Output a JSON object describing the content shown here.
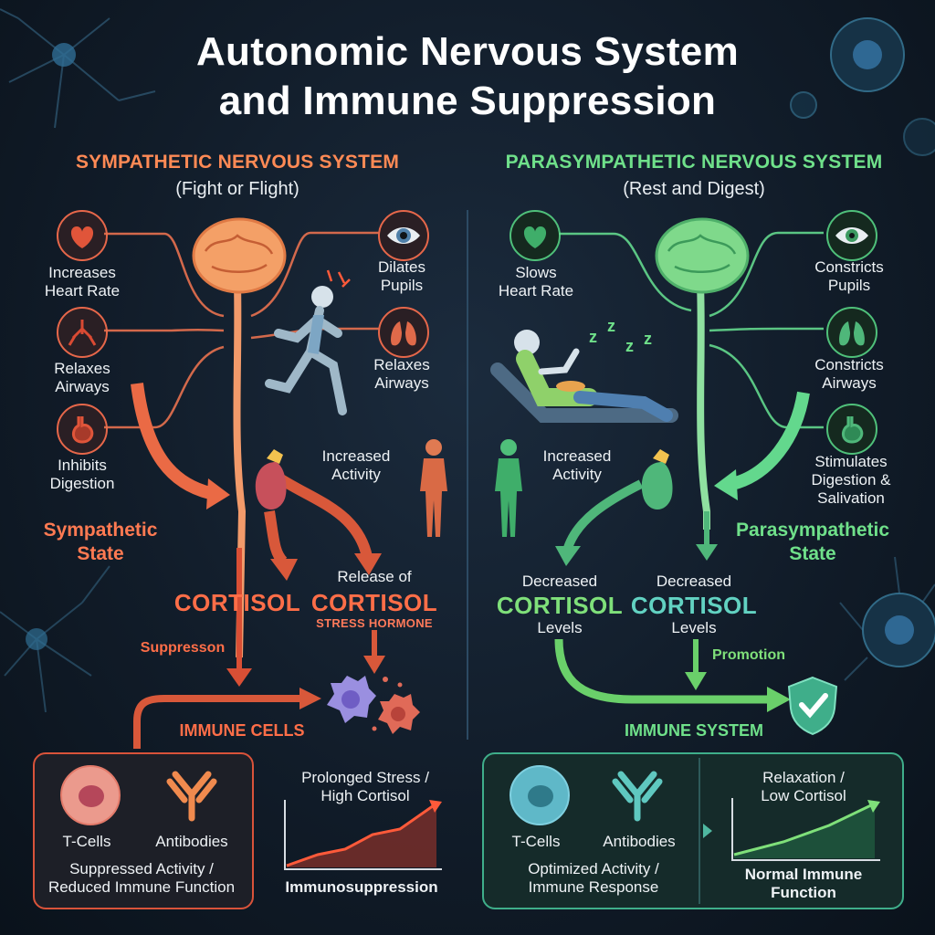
{
  "title_line1": "Autonomic Nervous System",
  "title_line2": "and Immune Suppression",
  "sympathetic": {
    "header": "SYMPATHETIC NERVOUS SYSTEM",
    "subheader": "(Fight or Flight)",
    "heart": [
      "Increases",
      "Heart Rate"
    ],
    "airways_left": [
      "Relaxes",
      "Airways"
    ],
    "digestion": [
      "Inhibits",
      "Digestion"
    ],
    "pupils": [
      "Dilates",
      "Pupils"
    ],
    "airways_right": [
      "Relaxes",
      "Airways"
    ],
    "activity": [
      "Increased",
      "Activity"
    ],
    "state": [
      "Sympathetic",
      "State"
    ],
    "cortisol_left": "CORTISOL",
    "release_of": "Release of",
    "cortisol_right": "CORTISOL",
    "stress_hormone": "STRESS HORMONE",
    "suppression": "Suppresson",
    "immune_cells": "IMMUNE CELLS",
    "tcells": "T-Cells",
    "antibodies": "Antibodies",
    "panel_caption": [
      "Suppressed Activity /",
      "Reduced Immune Function"
    ],
    "chart_caption": [
      "Prolonged Stress /",
      "High Cortisol"
    ],
    "chart_label": "Immunosuppression"
  },
  "parasympathetic": {
    "header": "PARASYMPATHETIC NERVOUS SYSTEM",
    "subheader": "(Rest and Digest)",
    "heart": [
      "Slows",
      "Heart Rate"
    ],
    "pupils": [
      "Constricts",
      "Pupils"
    ],
    "airways": [
      "Constricts",
      "Airways"
    ],
    "digestion": [
      "Stimulates",
      "Digestion &",
      "Salivation"
    ],
    "activity": [
      "Increased",
      "Activity"
    ],
    "state": [
      "Parasympathetic",
      "State"
    ],
    "decreased_left": "Decreased",
    "cortisol_left": "CORTISOL",
    "levels_left": "Levels",
    "decreased_right": "Decreased",
    "cortisol_right": "CORTISOL",
    "levels_right": "Levels",
    "promotion": "Promotion",
    "immune_system": "IMMUNE SYSTEM",
    "tcells": "T-Cells",
    "antibodies": "Antibodies",
    "panel_caption": [
      "Optimized Activity /",
      "Immune Response"
    ],
    "chart_caption": [
      "Relaxation /",
      "Low Cortisol"
    ],
    "chart_label": [
      "Normal Immune",
      "Function"
    ]
  },
  "icons": {
    "heart": "heart-icon",
    "lungs": "lungs-icon",
    "stomach": "stomach-icon",
    "eye": "eye-icon",
    "brain": "brain-icon",
    "adrenal": "adrenal-gland-icon",
    "runner": "running-person-icon",
    "relaxer": "reclining-person-icon",
    "shield": "shield-check-icon",
    "tcell": "t-cell-icon",
    "antibody": "antibody-icon"
  },
  "colors": {
    "sympathetic": "#ff7d4d",
    "parasympathetic": "#5fd98a",
    "text": "#eef2f5",
    "background": "#121c28"
  }
}
